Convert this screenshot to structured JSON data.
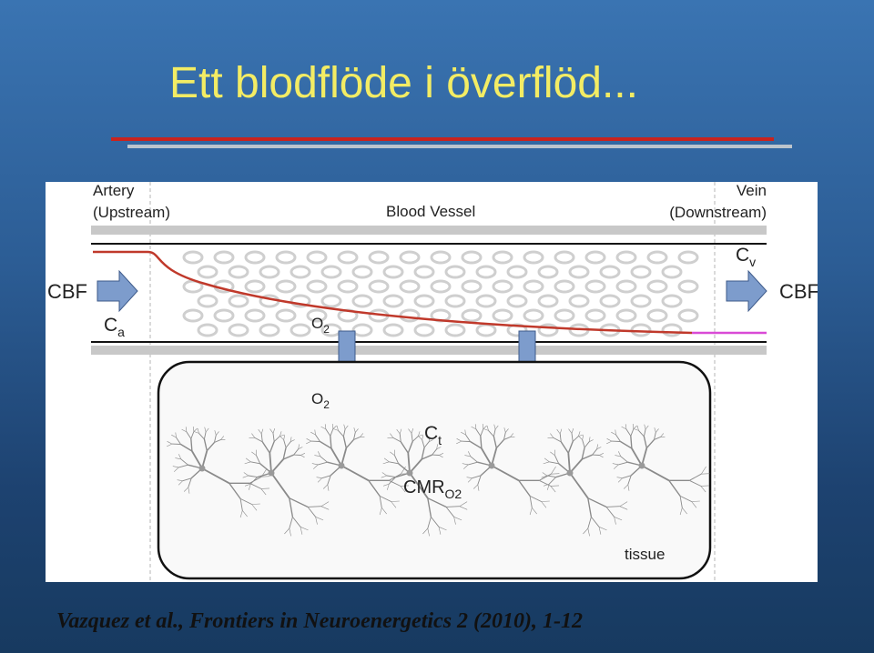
{
  "slide": {
    "title": "Ett blodflöde i överflöd...",
    "citation": "Vazquez et al., Frontiers in Neuroenergetics 2 (2010), 1-12"
  },
  "diagram": {
    "artery_label": "Artery",
    "artery_sub": "(Upstream)",
    "vessel_label": "Blood Vessel",
    "vein_label": "Vein",
    "vein_sub": "(Downstream)",
    "cbf_left": "CBF",
    "cbf_right": "CBF",
    "ca_main": "C",
    "ca_sub": "a",
    "cv_main": "C",
    "cv_sub": "v",
    "o2_vessel_main": "O",
    "o2_vessel_sub": "2",
    "o2_tissue_main": "O",
    "o2_tissue_sub": "2",
    "ct_main": "C",
    "ct_sub": "t",
    "cmr_main": "CMR",
    "cmr_sub": "O2",
    "tissue_label": "tissue"
  },
  "colors": {
    "title": "#f3ec64",
    "red_rule": "#c8231e",
    "grey_rule": "#bcc4cc",
    "o2_curve": "#c0392b",
    "venous_segment": "#d94ad6",
    "arrow_fill": "#7d9ccc",
    "arrow_stroke": "#3d5a8a"
  }
}
